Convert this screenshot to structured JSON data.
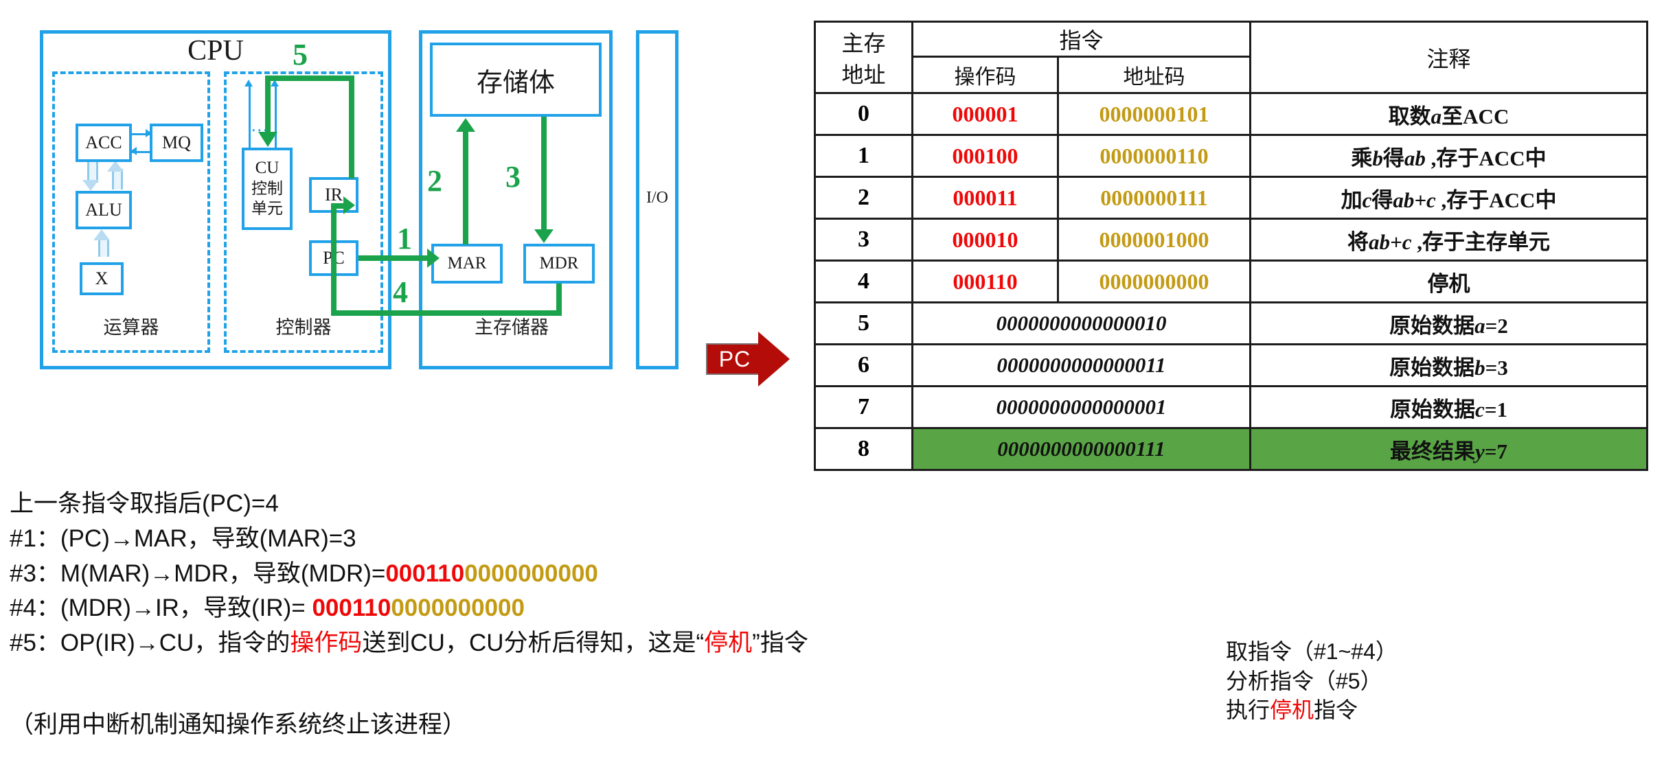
{
  "diagram": {
    "cpu_title": "CPU",
    "blocks": {
      "acc": "ACC",
      "mq": "MQ",
      "alu": "ALU",
      "x": "X",
      "cu_en": "CU",
      "cu_cn1": "控制",
      "cu_cn2": "单元",
      "ir": "IR",
      "pc": "PC",
      "store": "存储体",
      "mar": "MAR",
      "mdr": "MDR",
      "io": "I/O"
    },
    "unit_labels": {
      "alu_unit": "运算器",
      "ctrl_unit": "控制器",
      "mem_unit": "主存储器"
    },
    "flow_numbers": [
      "1",
      "2",
      "3",
      "4",
      "5"
    ],
    "dots": "...",
    "pc_badge": "PC",
    "colors": {
      "box_border": "#21a2e8",
      "flow_green": "#1aa34a",
      "badge_red": "#b40d09"
    }
  },
  "table": {
    "headers": {
      "address": "主存\n地址",
      "address_l1": "主存",
      "address_l2": "地址",
      "instruction": "指令",
      "opcode": "操作码",
      "addrcode": "地址码",
      "note": "注释"
    },
    "rows": [
      {
        "addr": "0",
        "opcode": "000001",
        "addrcode": "0000000101",
        "note_html": "取数<i>a</i>至ACC",
        "full": null,
        "highlight": false
      },
      {
        "addr": "1",
        "opcode": "000100",
        "addrcode": "0000000110",
        "note_html": "乘<i>b</i>得<i>ab</i> ,存于ACC中",
        "full": null,
        "highlight": false
      },
      {
        "addr": "2",
        "opcode": "000011",
        "addrcode": "0000000111",
        "note_html": "加<i>c</i>得<i>ab+c</i> ,存于ACC中",
        "full": null,
        "highlight": false
      },
      {
        "addr": "3",
        "opcode": "000010",
        "addrcode": "0000001000",
        "note_html": "将<i>ab+c</i> ,存于主存单元",
        "full": null,
        "highlight": false
      },
      {
        "addr": "4",
        "opcode": "000110",
        "addrcode": "0000000000",
        "note_html": "停机",
        "full": null,
        "highlight": false
      },
      {
        "addr": "5",
        "opcode": null,
        "addrcode": null,
        "note_html": "原始数据<i>a</i>=2",
        "full": "0000000000000010",
        "highlight": false
      },
      {
        "addr": "6",
        "opcode": null,
        "addrcode": null,
        "note_html": "原始数据<i>b</i>=3",
        "full": "0000000000000011",
        "highlight": false
      },
      {
        "addr": "7",
        "opcode": null,
        "addrcode": null,
        "note_html": "原始数据<i>c</i>=1",
        "full": "0000000000000001",
        "highlight": false
      },
      {
        "addr": "8",
        "opcode": null,
        "addrcode": null,
        "note_html": "最终结果<i>y</i>=7",
        "full": "0000000000000111",
        "highlight": true
      }
    ],
    "highlight_color": "#59a546",
    "opcode_color": "#ef0808",
    "addrcode_color": "#c39a13"
  },
  "steps": {
    "intro": "上一条指令取指后(PC)=4",
    "s1_html": "#1：(PC)→MAR，导致(MAR)=3",
    "s3_prefix": "#3：M(MAR)→MDR，导致(MDR)=",
    "s3_red": "000110",
    "s3_gold": "0000000000",
    "s4_prefix": "#4：(MDR)→IR，导致(IR)= ",
    "s4_red": "000110",
    "s4_gold": "0000000000",
    "s5_a": "#5：OP(IR)→CU，指令的",
    "s5_red1": "操作码",
    "s5_b": "送到CU，CU分析后得知，这是“",
    "s5_red2": "停机",
    "s5_c": "”指令",
    "footnote": "（利用中断机制通知操作系统终止该进程）"
  },
  "summary": {
    "l1": "取指令（#1~#4）",
    "l2": "分析指令（#5）",
    "l3_a": "执行",
    "l3_red": "停机",
    "l3_b": "指令"
  }
}
